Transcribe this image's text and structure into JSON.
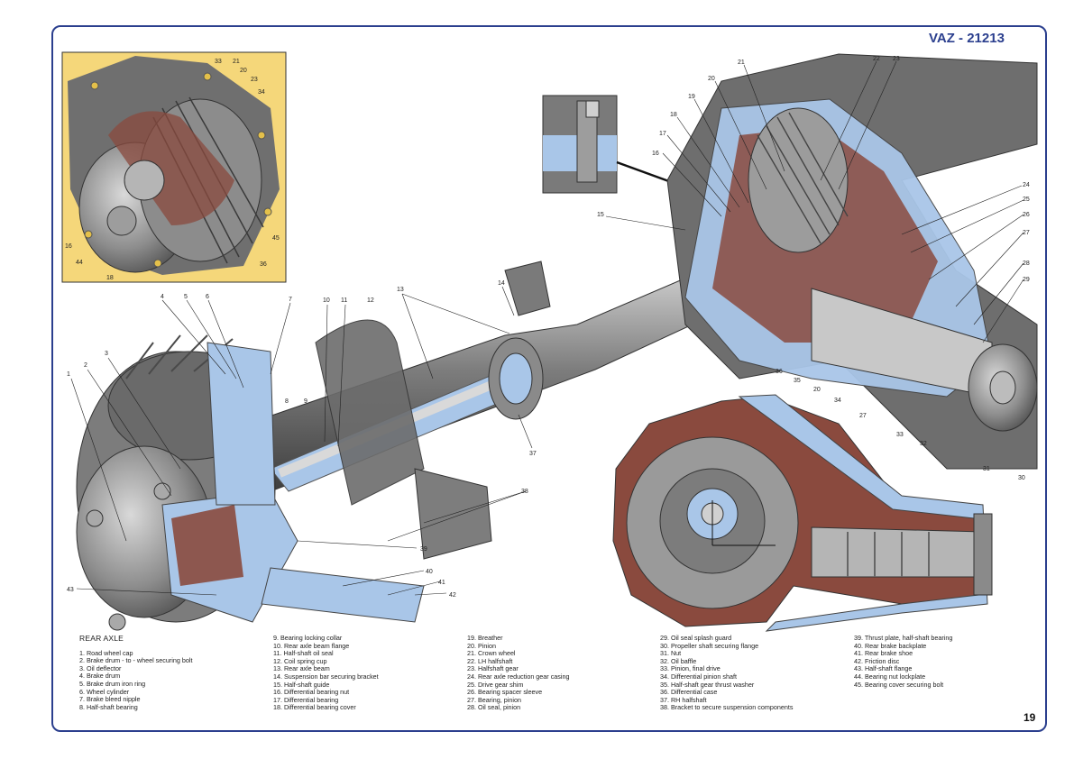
{
  "header": {
    "title": "VAZ - 21213",
    "page_number": "19"
  },
  "legend": {
    "heading": "REAR AXLE",
    "col1": [
      "1. Road wheel cap",
      "2. Brake drum - to - wheel securing bolt",
      "3. Oil deflector",
      "4. Brake drum",
      "5. Brake drum iron ring",
      "6. Wheel cylinder",
      "7. Brake bleed nipple",
      "8. Half-shaft bearing"
    ],
    "col2": [
      "9. Bearing locking collar",
      "10. Rear axle beam flange",
      "11. Half-shaft oil seal",
      "12. Coil spring cup",
      "13. Rear axle beam",
      "14. Suspension bar securing bracket",
      "15. Half-shaft guide",
      "16. Differential bearing nut",
      "17. Differential bearing",
      "18. Differential bearing cover"
    ],
    "col3": [
      "19. Breather",
      "20. Pinion",
      "21. Crown wheel",
      "22. LH halfshaft",
      "23. Halfshaft gear",
      "24. Rear axle reduction gear casing",
      "25. Drive gear shim",
      "26. Bearing spacer sleeve",
      "27. Bearing, pinion",
      "28. Oil seal, pinion"
    ],
    "col4": [
      "29. Oil seal splash guard",
      "30. Propeller shaft securing flange",
      "31. Nut",
      "32. Oil baffle",
      "33. Pinion, final drive",
      "34. Differential pinion shaft",
      "35. Half-shaft gear thrust washer",
      "36. Differential case",
      "37. RH halfshaft",
      "38. Bracket to secure suspension components"
    ],
    "col5": [
      "39. Thrust plate, half-shaft bearing",
      "40. Rear brake backplate",
      "41. Rear brake shoe",
      "42. Friction disc",
      "43. Half-shaft flange",
      "44. Bearing nut lockplate",
      "45. Bearing cover securing bolt"
    ]
  },
  "callouts": {
    "inset": [
      "33",
      "21",
      "20",
      "23",
      "34",
      "16",
      "44",
      "18",
      "36",
      "45"
    ],
    "main": [
      "1",
      "2",
      "3",
      "4",
      "5",
      "6",
      "7",
      "8",
      "9",
      "10",
      "11",
      "12",
      "13",
      "14",
      "15",
      "16",
      "17",
      "18",
      "19",
      "20",
      "21",
      "22",
      "23",
      "24",
      "25",
      "26",
      "27",
      "28",
      "29",
      "20",
      "34",
      "27",
      "33",
      "32",
      "31",
      "30",
      "35",
      "36",
      "37",
      "38",
      "39",
      "40",
      "41",
      "42",
      "43"
    ]
  },
  "colors": {
    "frame": "#2b3f8e",
    "section_blue": "#a9c6e8",
    "inset_bg": "#f5d77a",
    "oil_red": "#8a4a3e",
    "metal": "#8a8a8a"
  }
}
